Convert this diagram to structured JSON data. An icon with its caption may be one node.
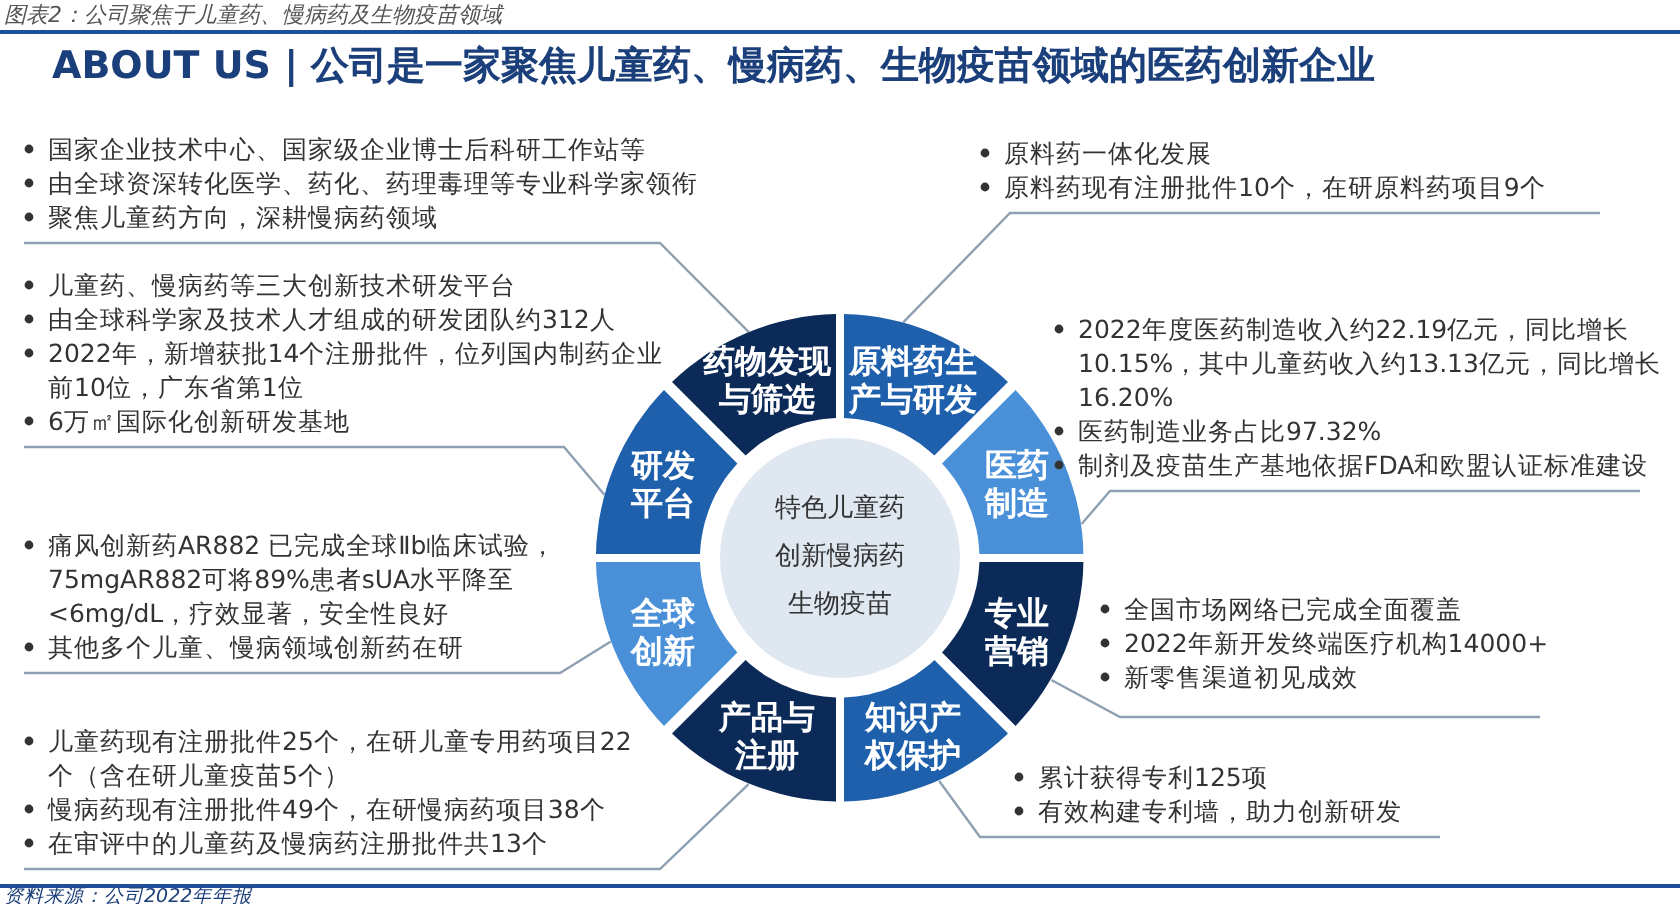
{
  "diagram": {
    "title": "ABOUT US | 公司是一家聚焦儿童药、慢病药、生物疫苗领域的医药创新企业",
    "caption": "资料来源：公司2022年年报",
    "nodes": [
      {
        "text": [
          "特色儿童药",
          "创新慢病药",
          "生物疫苗"
        ]
      },
      {
        "text": [
          "药物发现与筛选"
        ]
      },
      {
        "text": [
          "研发平台"
        ]
      },
      {
        "text": [
          "全球创新"
        ]
      },
      {
        "text": [
          "产品与注册"
        ]
      },
      {
        "text": [
          "原料药生产与研发"
        ]
      },
      {
        "text": [
          "医药制造"
        ]
      },
      {
        "text": [
          "专业营销"
        ]
      },
      {
        "text": [
          "知识产权保护"
        ]
      },
      {
        "text": [
          "国家企业技术中心、国家级企业博士后科研工作站等",
          "由全球资深转化医学、药化、药理毒理等专业科学家领衔",
          "聚焦儿童药方向，深耕慢病药领域"
        ]
      },
      {
        "text": [
          "儿童药、慢病药等三大创新技术研发平台",
          "由全球科学家及技术人才组成的研发团队约312人",
          "2022年，新增获批14个注册批件，位列国内制药企业前10位，广东省第1位",
          "6万㎡国际化创新研发基地"
        ]
      },
      {
        "text": [
          "痛风创新药AR882 已完成全球Ⅱb临床试验，75mgAR882可将89%患者sUA水平降至<6mg/dL，疗效显著，安全性良好",
          "其他多个儿童、慢病领域创新药在研"
        ]
      },
      {
        "text": [
          "儿童药现有注册批件25个，在研儿童专用药项目22个（含在研儿童疫苗5个）",
          "慢病药现有注册批件49个，在研慢病药项目38个",
          "在审评中的儿童药及慢病药注册批件共13个"
        ]
      },
      {
        "text": [
          "原料药一体化发展",
          "原料药现有注册批件10个，在研原料药项目9个"
        ]
      },
      {
        "text": [
          "2022年度医药制造收入约22.19亿元，同比增长10.15%，其中儿童药收入约13.13亿元，同比增长16.20%",
          "医药制造业务占比97.32%",
          "制剂及疫苗生产基地依据FDA和欧盟认证标准建设"
        ]
      },
      {
        "text": [
          "全国市场网络已完成全面覆盖",
          "2022年新开发终端医疗机构14000+",
          "新零售渠道初见成效"
        ]
      },
      {
        "text": [
          "累计获得专利125项",
          "有效构建专利墙，助力创新研发"
        ]
      }
    ],
    "edges": [
      {
        "from": 9,
        "to": 1,
        "arrow": "none"
      },
      {
        "from": 10,
        "to": 2,
        "arrow": "none"
      },
      {
        "from": 11,
        "to": 3,
        "arrow": "none"
      },
      {
        "from": 12,
        "to": 4,
        "arrow": "none"
      },
      {
        "from": 13,
        "to": 5,
        "arrow": "none"
      },
      {
        "from": 14,
        "to": 6,
        "arrow": "none"
      },
      {
        "from": 15,
        "to": 7,
        "arrow": "none"
      },
      {
        "from": 16,
        "to": 8,
        "arrow": "none"
      }
    ],
    "labels": [
      "图表2：公司聚焦于儿童药、慢病药及生物疫苗领域"
    ]
  }
}
